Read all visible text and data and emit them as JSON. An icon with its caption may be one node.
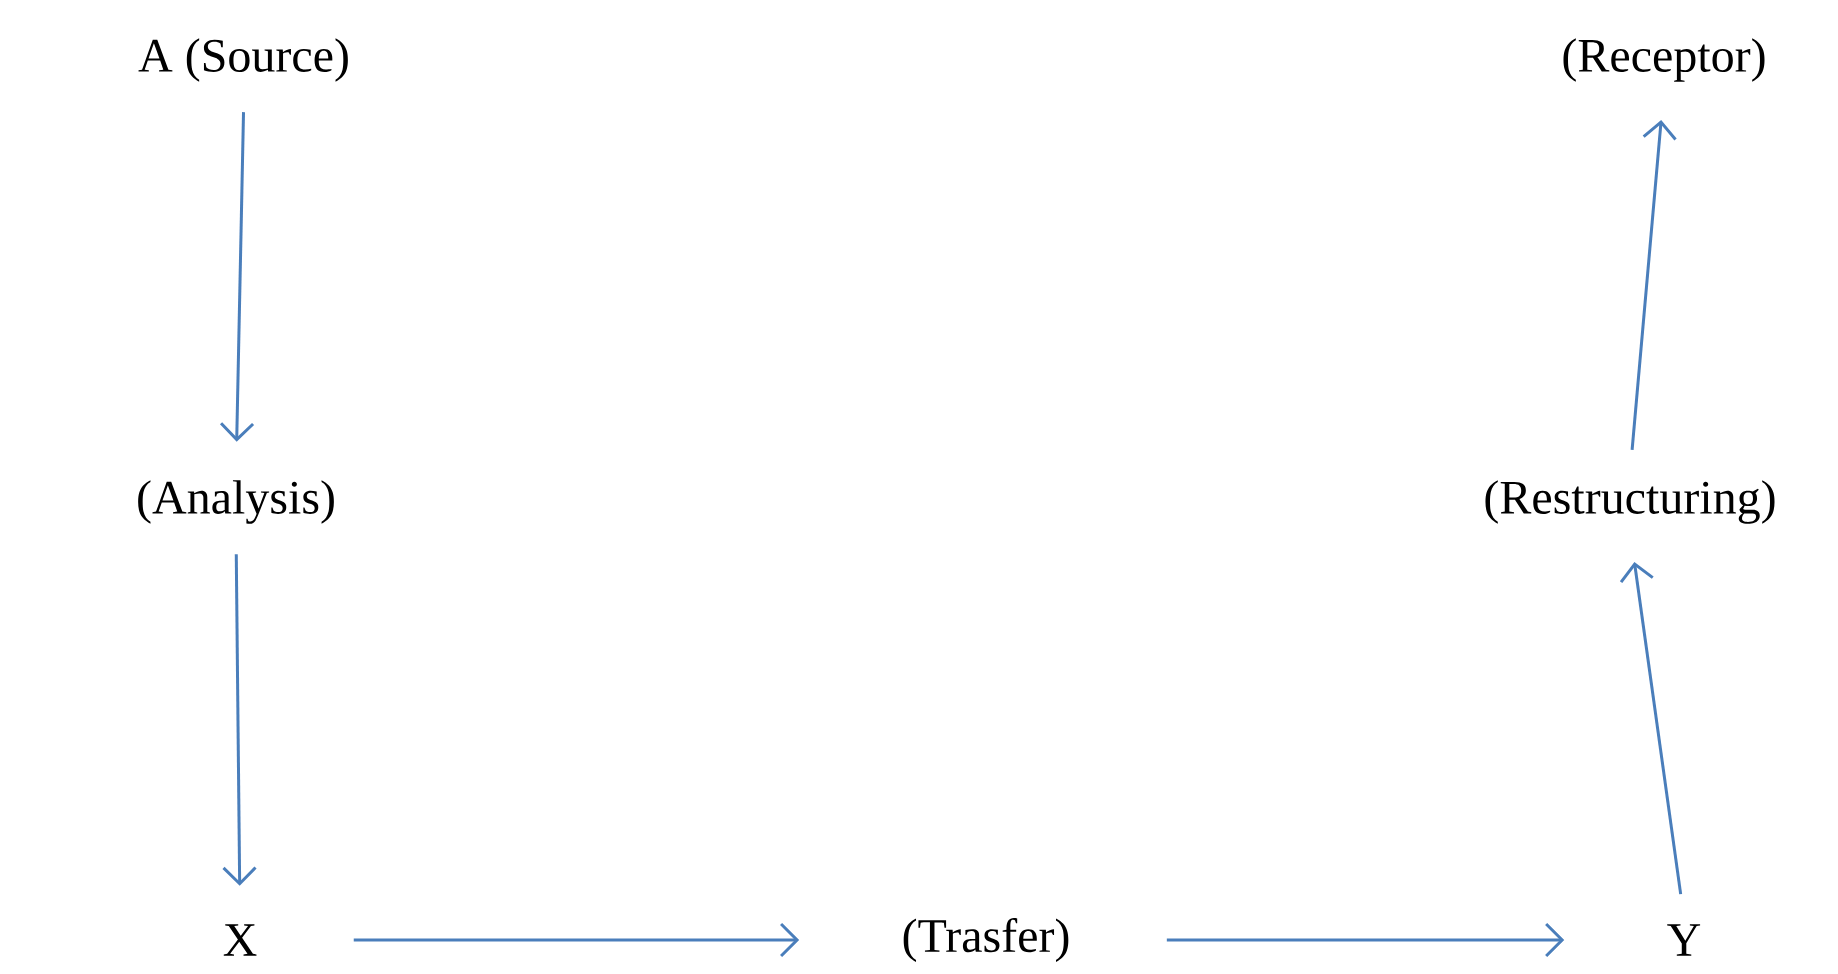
{
  "diagram": {
    "nodes": [
      {
        "text": [
          "A (Source)"
        ]
      },
      {
        "text": [
          "(Analysis)"
        ]
      },
      {
        "text": [
          "X"
        ]
      },
      {
        "text": [
          "(Trasfer)"
        ]
      },
      {
        "text": [
          "Y"
        ]
      },
      {
        "text": [
          "(Restructuring)"
        ]
      },
      {
        "text": [
          "(Receptor)"
        ]
      }
    ],
    "edges": [
      {
        "from": 0,
        "to": 1,
        "arrow": "to"
      },
      {
        "from": 1,
        "to": 2,
        "arrow": "to"
      },
      {
        "from": 2,
        "to": 3,
        "arrow": "to"
      },
      {
        "from": 3,
        "to": 4,
        "arrow": "to"
      },
      {
        "from": 4,
        "to": 5,
        "arrow": "to"
      },
      {
        "from": 5,
        "to": 6,
        "arrow": "to"
      }
    ]
  }
}
